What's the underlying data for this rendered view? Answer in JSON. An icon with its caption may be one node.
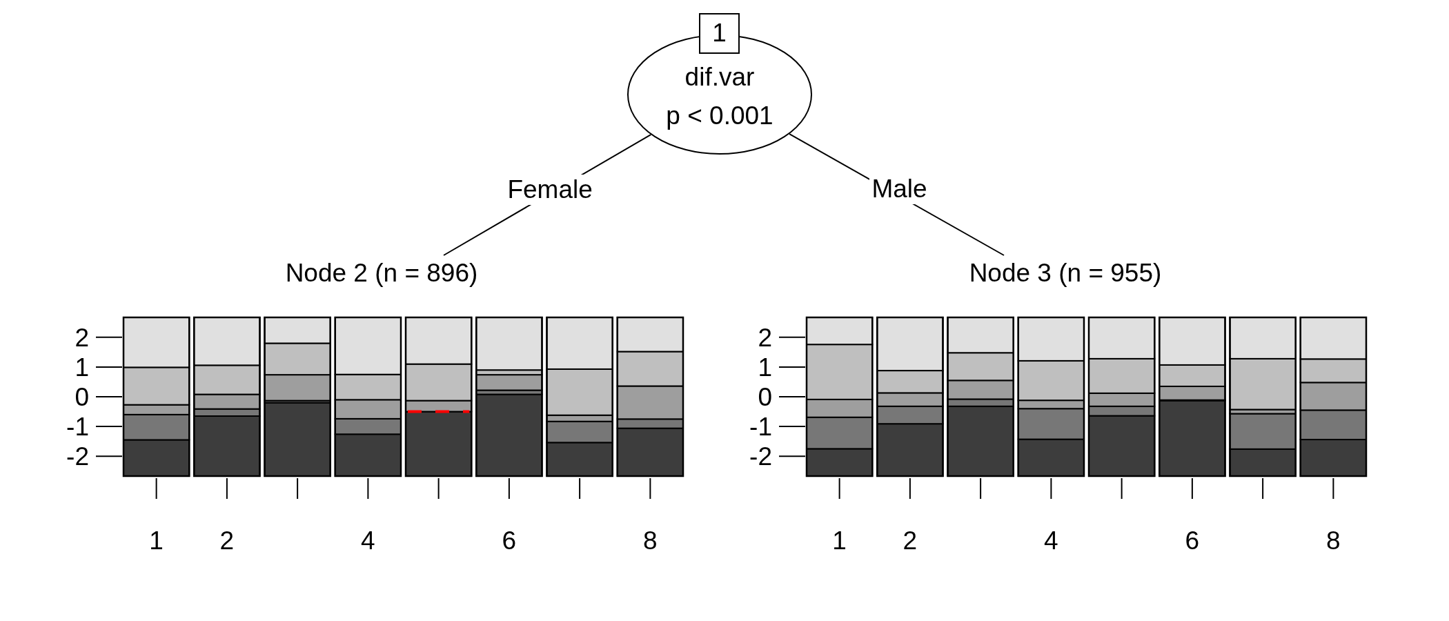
{
  "diagram": {
    "nodes": [
      {
        "text": [
          "1"
        ]
      },
      {
        "text": [
          "dif.var",
          "p < 0.001"
        ]
      },
      {
        "text": [
          "Node 2 (n = 896)"
        ]
      },
      {
        "text": [
          "Node 3 (n = 955)"
        ]
      }
    ],
    "edges": [
      {
        "from": 1,
        "to": 2,
        "arrow": "none",
        "label": "Female"
      },
      {
        "from": 1,
        "to": 3,
        "arrow": "none",
        "label": "Male"
      }
    ],
    "labels": [
      "2",
      "1",
      "0",
      "-1",
      "-2",
      "2",
      "1",
      "0",
      "-1",
      "-2",
      "1",
      "2",
      "4",
      "6",
      "8",
      "1",
      "2",
      "4",
      "6",
      "8"
    ]
  }
}
